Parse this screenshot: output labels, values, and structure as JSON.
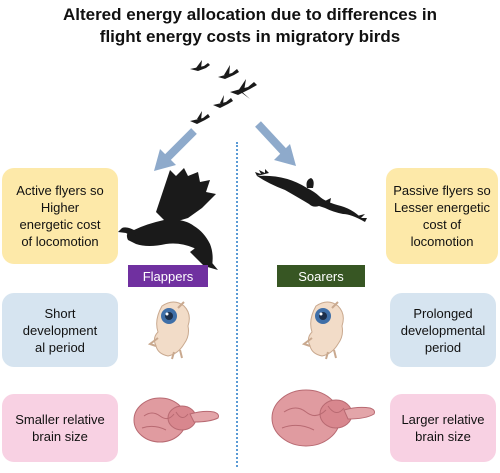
{
  "title": {
    "line1": "Altered energy allocation due to differences in",
    "line2": "flight energy costs in migratory birds"
  },
  "flappers": {
    "label": "Flappers",
    "label_color": "#7030a0",
    "locomotion": [
      "Active flyers so",
      "Higher",
      "energetic cost",
      "of locomotion"
    ],
    "development": [
      "Short",
      "development",
      "al period"
    ],
    "brain": [
      "Smaller relative",
      "brain size"
    ]
  },
  "soarers": {
    "label": "Soarers",
    "label_color": "#375623",
    "locomotion": [
      "Passive flyers so",
      "Lesser energetic",
      "cost of locomotion"
    ],
    "development": [
      "Prolonged",
      "developmental",
      "period"
    ],
    "brain": [
      "Larger relative",
      "brain size"
    ]
  },
  "colors": {
    "arrow": "#8eaacb",
    "bird_silhouette": "#1a1a1a",
    "box_locomotion": "#fde9a9",
    "box_development": "#d6e4f0",
    "box_brain": "#f8d1e3",
    "divider": "#5b9bd5",
    "brain": "#e09ba0",
    "embryo": "#f2dcc8"
  },
  "icons": {
    "flock": "migrating-geese-flock-icon",
    "flapper_bird": "crow-silhouette-icon",
    "soarer_bird": "eagle-silhouette-icon",
    "embryo": "bird-embryo-icon",
    "brain": "bird-brain-icon"
  }
}
